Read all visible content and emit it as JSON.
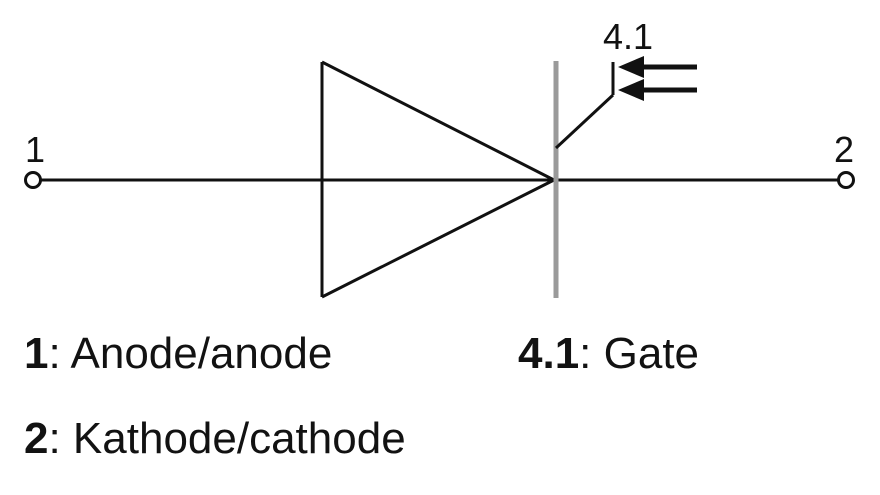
{
  "diagram": {
    "type": "thyristor-scr-schematic-symbol",
    "colors": {
      "line": "#111111",
      "cathode_bar": "#9a9a9a",
      "background": "#ffffff",
      "text": "#121212"
    },
    "terminal_labels": {
      "anode": "1",
      "cathode": "2",
      "gate": "4.1"
    }
  },
  "legend": {
    "anode": {
      "number": "1",
      "description": ": Anode/anode"
    },
    "gate": {
      "number": "4.1",
      "description": ": Gate"
    },
    "cathode": {
      "number": "2",
      "description": ": Kathode/cathode"
    }
  }
}
